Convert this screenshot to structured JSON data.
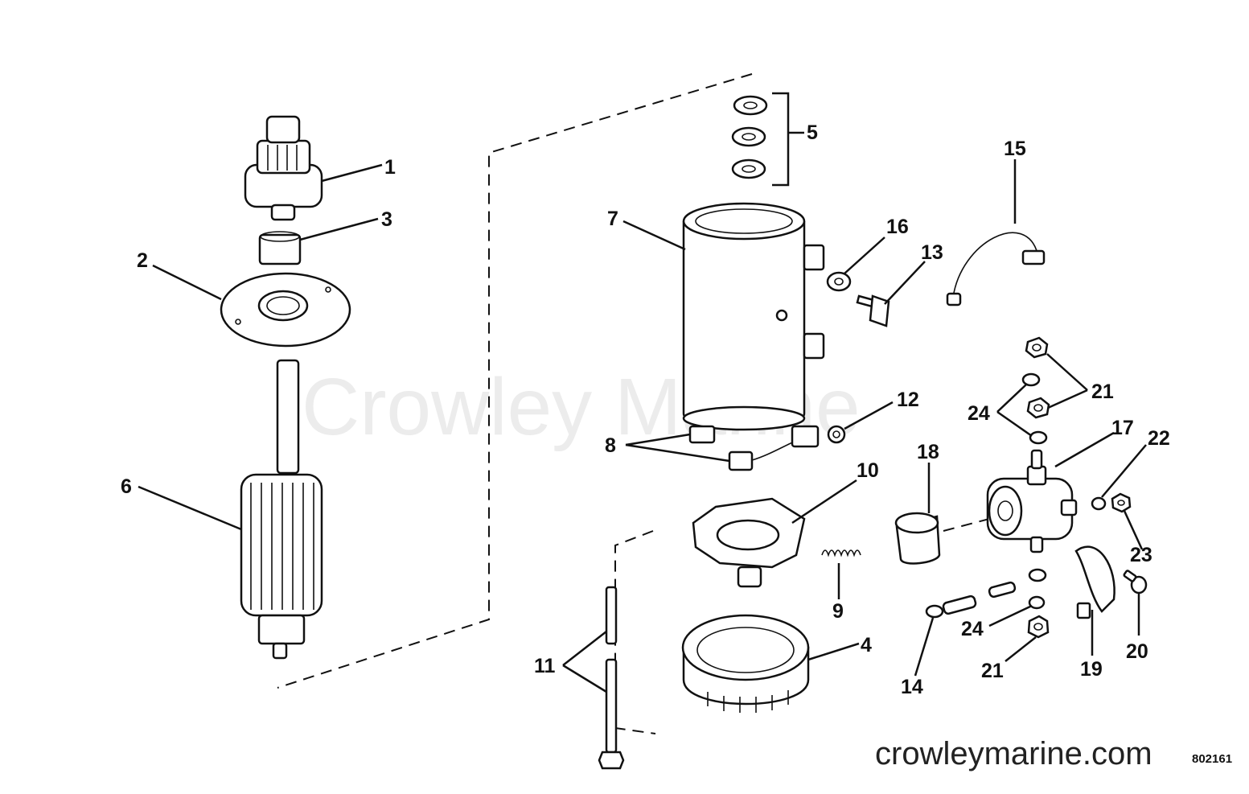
{
  "watermark": "Crowley Marine",
  "footer": {
    "site": "crowleymarine.com",
    "code": "802161"
  },
  "callouts": {
    "c1": "1",
    "c2": "2",
    "c3": "3",
    "c4": "4",
    "c5": "5",
    "c6": "6",
    "c7": "7",
    "c8": "8",
    "c9": "9",
    "c10": "10",
    "c11": "11",
    "c12": "12",
    "c13": "13",
    "c14": "14",
    "c15": "15",
    "c16": "16",
    "c17": "17",
    "c18": "18",
    "c19": "19",
    "c20": "20",
    "c21a": "21",
    "c21b": "21",
    "c22": "22",
    "c23": "23",
    "c24a": "24",
    "c24b": "24"
  }
}
